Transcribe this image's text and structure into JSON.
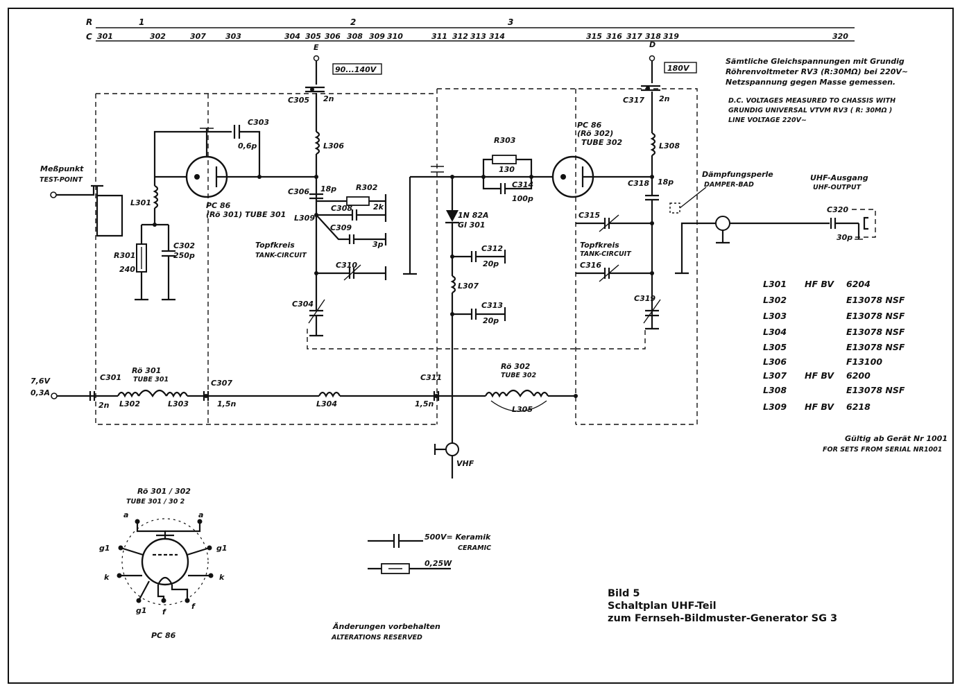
{
  "header": {
    "R_label": "R",
    "C_label": "C",
    "R_zones": [
      "1",
      "2",
      "3"
    ],
    "C_refs": [
      "301",
      "302",
      "307",
      "303",
      "304",
      "305",
      "306",
      "308",
      "309",
      "310",
      "311",
      "312",
      "313",
      "314",
      "315",
      "316",
      "317",
      "318",
      "319",
      "320"
    ]
  },
  "supply": {
    "E": "E",
    "E_voltage": "90...140V",
    "D": "D",
    "D_voltage": "180V",
    "input_voltage": "7,6V",
    "input_current": "0,3A"
  },
  "notes": {
    "de_line1": "Sämtliche Gleichspannungen mit Grundig",
    "de_line2": "Röhrenvoltmeter RV3 (R:30MΩ) bei 220V~",
    "de_line3": "Netzspannung gegen Masse gemessen.",
    "en_line1": "D.C. VOLTAGES MEASURED TO CHASSIS WITH",
    "en_line2": "GRUNDIG UNIVERSAL VTVM RV3 ( R: 30MΩ )",
    "en_line3": "LINE VOLTAGE 220V~"
  },
  "labels": {
    "testpoint_de": "Meßpunkt",
    "testpoint_en": "TEST-POINT",
    "tank1_de": "Topfkreis",
    "tank1_en": "TANK-CIRCUIT",
    "tank2_de": "Topfkreis",
    "tank2_en": "TANK-CIRCUIT",
    "damper_de": "Dämpfungsperle",
    "damper_en": "DAMPER-BAD",
    "uhf_out_de": "UHF-Ausgang",
    "uhf_out_en": "UHF-OUTPUT",
    "vhf": "VHF",
    "tube1_a": "PC 86",
    "tube1_b": "(Rö 301) TUBE 301",
    "tube2_a": "PC 86",
    "tube2_b": "(Rö 302)",
    "tube2_c": "TUBE 302",
    "heater1_a": "Rö 301",
    "heater1_b": "TUBE 301",
    "heater2_a": "Rö 302",
    "heater2_b": "TUBE 302",
    "diode_a": "1N 82A",
    "diode_b": "Gl 301"
  },
  "components": {
    "C305": "C305",
    "C305_v": "2n",
    "C303": "C303",
    "C303_v": "0,6p",
    "L306": "L306",
    "C306": "C306",
    "C306_v": "18p",
    "R302": "R302",
    "R302_v": "2k",
    "L309": "L309",
    "C308": "C308",
    "C309": "C309",
    "C309_v": "3p",
    "C310": "C310",
    "C304": "C304",
    "L301": "L301",
    "R301": "R301",
    "R301_v": "240",
    "C302": "C302",
    "C302_v": "250p",
    "R303": "R303",
    "R303_v": "130",
    "C314": "C314",
    "C314_v": "100p",
    "C312": "C312",
    "C312_v": "20p",
    "L307": "L307",
    "C313": "C313",
    "C313_v": "20p",
    "C317": "C317",
    "C317_v": "2n",
    "L308": "L308",
    "C318": "C318",
    "C318_v": "18p",
    "C315": "C315",
    "C316": "C316",
    "C319": "C319",
    "C320": "C320",
    "C320_v": "30p",
    "C301": "C301",
    "C301_v": "2n",
    "L302": "L302",
    "L303": "L303",
    "C307": "C307",
    "C307_v": "1,5n",
    "L304": "L304",
    "C311": "C311",
    "C311_v": "1,5n",
    "L305": "L305"
  },
  "pinout": {
    "title1": "Rö 301 / 302",
    "title2": "TUBE 301 / 30 2",
    "tube": "PC 86",
    "a1": "a",
    "a2": "a",
    "g1_left": "g1",
    "g1_right": "g1",
    "g1_bottom": "g1",
    "k_left": "k",
    "k_right": "k",
    "f1": "f",
    "f2": "f"
  },
  "legend": {
    "ceramic_de": "500V= Keramik",
    "ceramic_en": "CERAMIC",
    "resistor": "0,25W"
  },
  "coil_table": [
    {
      "ref": "L301",
      "type": "HF BV",
      "code": "6204"
    },
    {
      "ref": "L302",
      "type": "",
      "code": "E13078 NSF"
    },
    {
      "ref": "L303",
      "type": "",
      "code": "E13078 NSF"
    },
    {
      "ref": "L304",
      "type": "",
      "code": "E13078 NSF"
    },
    {
      "ref": "L305",
      "type": "",
      "code": "E13078 NSF"
    },
    {
      "ref": "L306",
      "type": "",
      "code": "F13100"
    },
    {
      "ref": "L307",
      "type": "HF BV",
      "code": "6200"
    },
    {
      "ref": "L308",
      "type": "",
      "code": "E13078 NSF"
    },
    {
      "ref": "L309",
      "type": "HF BV",
      "code": "6218"
    }
  ],
  "validity": {
    "de": "Gültig ab Gerät Nr 1001",
    "en": "FOR SETS FROM SERIAL NR1001"
  },
  "footer": {
    "changes_de": "Änderungen vorbehalten",
    "changes_en": "ALTERATIONS  RESERVED",
    "bild": "Bild 5",
    "title1": "Schaltplan UHF-Teil",
    "title2": "zum Fernseh-Bildmuster-Generator SG 3"
  }
}
